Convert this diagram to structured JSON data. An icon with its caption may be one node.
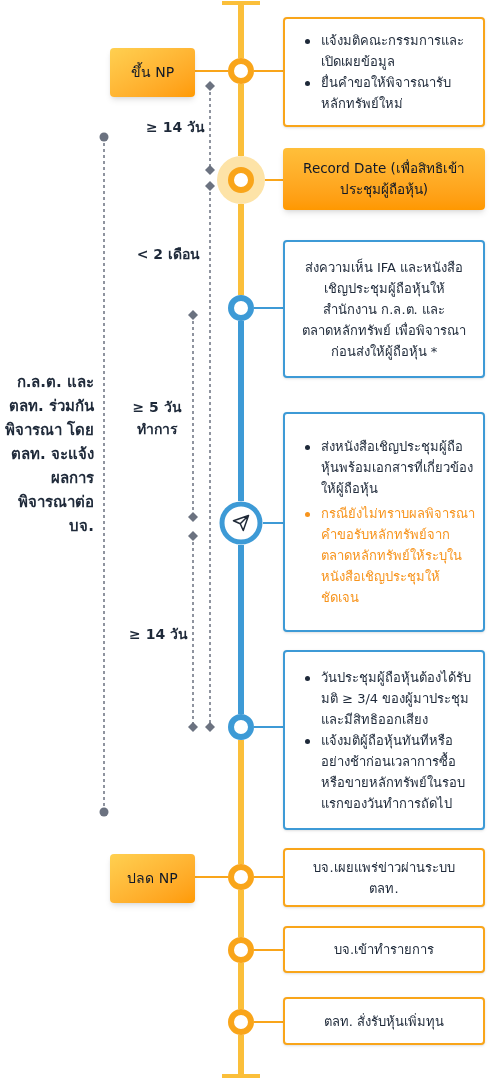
{
  "diagram": {
    "nodes": [
      {
        "text": [
          "ขึ้น NP"
        ]
      },
      {
        "text": [],
        "shape": "circle"
      },
      {
        "text": [
          "แจ้งมติคณะกรรมการและเปิดเผยข้อมูล",
          "ยื่นคำขอให้พิจารณารับหลักทรัพย์ใหม่"
        ]
      },
      {
        "text": [],
        "shape": "circle"
      },
      {
        "text": [
          "Record Date (เพื่อสิทธิเข้าประชุมผู้ถือหุ้น)"
        ]
      },
      {
        "text": [],
        "shape": "circle"
      },
      {
        "text": [
          "ส่งความเห็น IFA และหนังสือเชิญประชุมผู้ถือหุ้นให้สำนักงาน ก.ล.ต. และตลาดหลักทรัพย์ เพื่อพิจารณาก่อนส่งให้ผู้ถือหุ้น *"
        ]
      },
      {
        "text": [],
        "shape": "circle"
      },
      {
        "text": [
          "ส่งหนังสือเชิญประชุมผู้ถือหุ้นพร้อมเอกสารที่เกี่ยวข้องให้ผู้ถือหุ้น",
          "กรณียังไม่ทราบผลพิจารณาคำขอรับหลักทรัพย์จากตลาดหลักทรัพย์ให้ระบุในหนังสือเชิญประชุมให้ชัดเจน"
        ]
      },
      {
        "text": [],
        "shape": "circle"
      },
      {
        "text": [
          "วันประชุมผู้ถือหุ้นต้องได้รับมติ ≥ 3/4 ของผู้มาประชุมและมีสิทธิออกเสียง",
          "แจ้งมติผู้ถือหุ้นทันทีหรืออย่างช้าก่อนเวลาการซื้อหรือขายหลักทรัพย์ในรอบแรกของวันทำการถัดไป"
        ]
      },
      {
        "text": [
          "ปลด NP"
        ]
      },
      {
        "text": [],
        "shape": "circle"
      },
      {
        "text": [
          "บจ.เผยแพร่ข่าวผ่านระบบ ตลท."
        ]
      },
      {
        "text": [],
        "shape": "circle"
      },
      {
        "text": [
          "บจ.เข้าทำรายการ"
        ]
      },
      {
        "text": [],
        "shape": "circle"
      },
      {
        "text": [
          "ตลท. สั่งรับหุ้นเพิ่มทุน"
        ]
      }
    ],
    "edges": [
      {
        "from": 0,
        "to": 1,
        "arrow": "none"
      },
      {
        "from": 1,
        "to": 2,
        "arrow": "none"
      },
      {
        "from": 3,
        "to": 4,
        "arrow": "none"
      },
      {
        "from": 5,
        "to": 6,
        "arrow": "none",
        "color": "#3d9ad6"
      },
      {
        "from": 7,
        "to": 8,
        "arrow": "none",
        "color": "#3d9ad6"
      },
      {
        "from": 9,
        "to": 10,
        "arrow": "none",
        "color": "#3d9ad6"
      },
      {
        "from": 11,
        "to": 12,
        "arrow": "none"
      },
      {
        "from": 12,
        "to": 13,
        "arrow": "none"
      },
      {
        "from": 14,
        "to": 15,
        "arrow": "none"
      },
      {
        "from": 16,
        "to": 17,
        "arrow": "none"
      },
      {
        "from": 1,
        "to": 3,
        "arrow": "none",
        "style": "thick",
        "color": "#fbbf3a"
      },
      {
        "from": 3,
        "to": 5,
        "arrow": "none",
        "style": "thick",
        "color": "#fbbf3a"
      },
      {
        "from": 5,
        "to": 7,
        "arrow": "none",
        "style": "thick",
        "color": "#3d9ad6"
      },
      {
        "from": 7,
        "to": 9,
        "arrow": "none",
        "style": "thick",
        "color": "#3d9ad6"
      },
      {
        "from": 9,
        "to": 12,
        "arrow": "none",
        "style": "thick",
        "color": "#fbbf3a"
      },
      {
        "from": 12,
        "to": 14,
        "arrow": "none",
        "style": "thick",
        "color": "#fbbf3a"
      },
      {
        "from": 14,
        "to": 16,
        "arrow": "none",
        "style": "thick",
        "color": "#fbbf3a"
      }
    ],
    "labels": [
      "≥ 14 วัน",
      "< 2 เดือน",
      "ก.ล.ต. และ ตลท. ร่วมกันพิจารณา โดย ตลท. จะแจ้งผลการพิจารณาต่อ บจ.",
      "≥ 5 วันทำการ",
      "≥ 14 วัน"
    ]
  }
}
